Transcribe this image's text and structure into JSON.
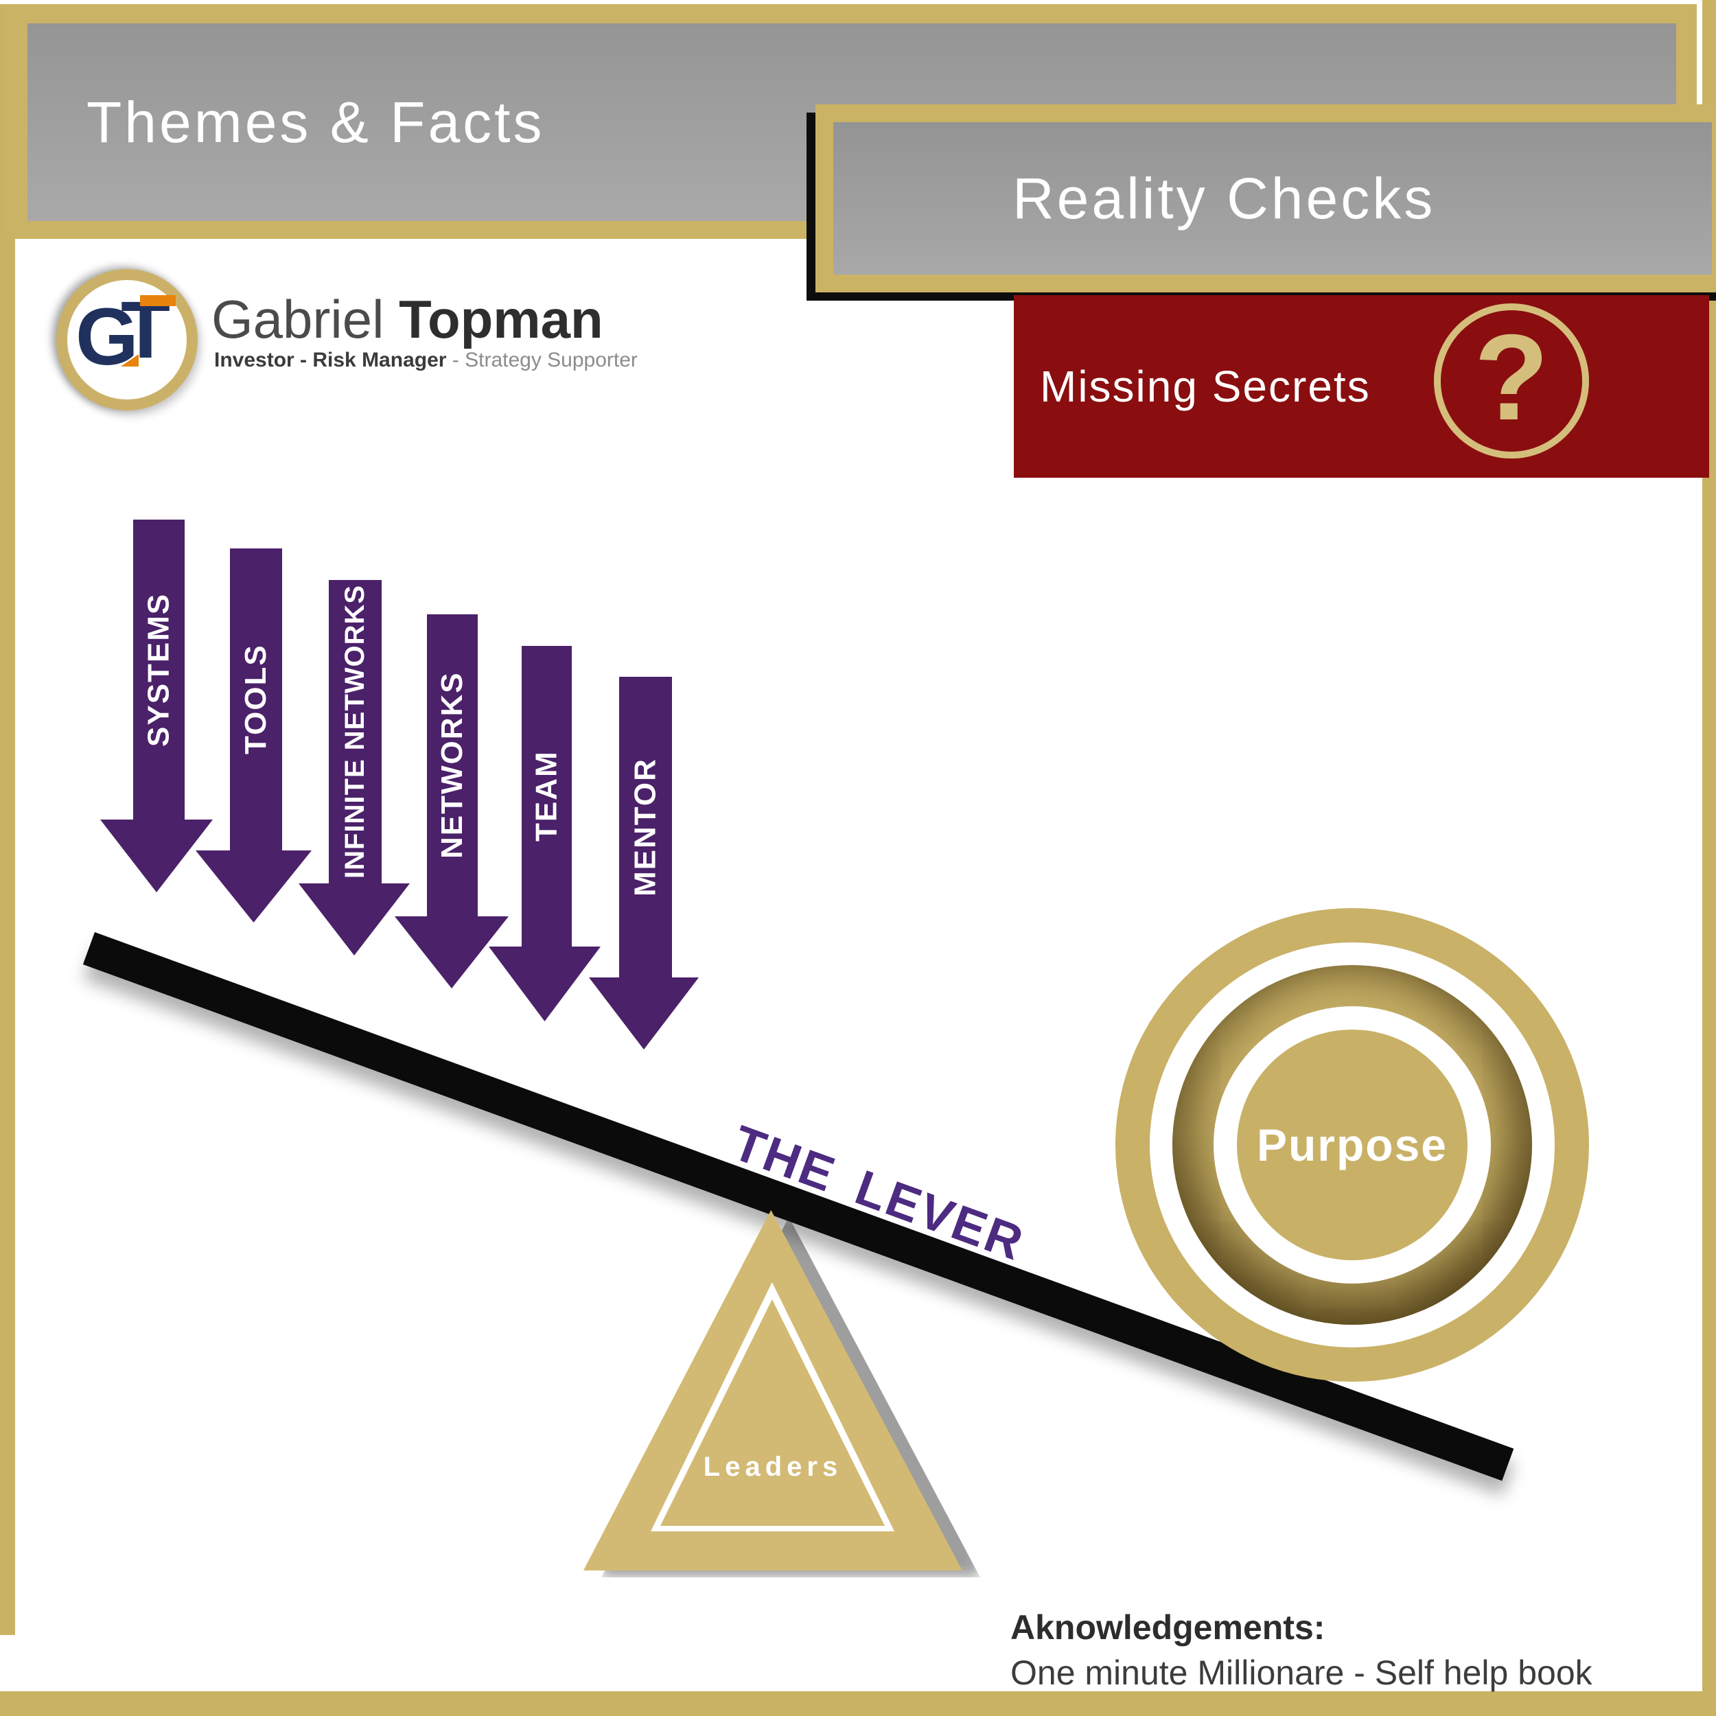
{
  "slide": {
    "header_left": {
      "title": "Themes & Facts"
    },
    "header_right": {
      "title": "Reality Checks"
    },
    "banner": {
      "title": "Missing Secrets",
      "icon": "question-mark",
      "glyph": "?"
    },
    "logo": {
      "monogram": {
        "g": "G",
        "t": "T"
      },
      "name": {
        "first": "Gabriel",
        "last": "Topman"
      },
      "tagline": {
        "bold": "Investor - Risk Manager",
        "separator": " - ",
        "light": "Strategy Supporter"
      }
    },
    "diagram": {
      "arrows": [
        {
          "label": "SYSTEMS"
        },
        {
          "label": "TOOLS"
        },
        {
          "label": "INFINITE NETWORKS"
        },
        {
          "label": "NETWORKS"
        },
        {
          "label": "TEAM"
        },
        {
          "label": "MENTOR"
        }
      ],
      "lever_label": "THE LEVER",
      "fulcrum_label": "Leaders",
      "goal_label": "Purpose"
    },
    "acknowledgements": {
      "title": "Aknowledgements:",
      "body": "One minute Millionare - Self help book"
    },
    "colors": {
      "gold": "#C9B262",
      "gray": "#9E9E9E",
      "maroon": "#8A0E10",
      "purple": "#4B2169",
      "lever_black": "#0B0B0B",
      "lever_text_purple": "#4C2B80",
      "navy": "#20315E",
      "orange": "#E8830D"
    }
  }
}
